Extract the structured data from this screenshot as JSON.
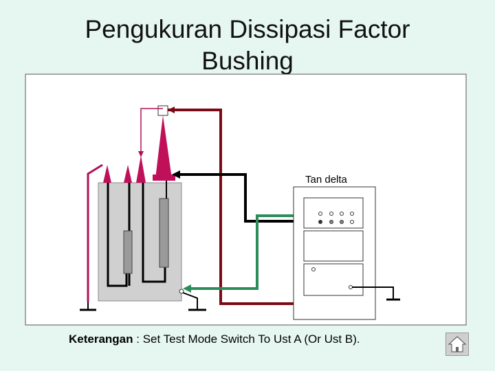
{
  "title": {
    "line1": "Pengukuran Dissipasi Factor",
    "line2": "Bushing"
  },
  "instrument": {
    "label": "Tan delta"
  },
  "caption": {
    "label": "Keterangan",
    "separator": " : ",
    "text": "Set Test Mode Switch To Ust A (Or Ust B)."
  },
  "colors": {
    "background": "#e6f7f1",
    "red_lead": "#7a0a14",
    "green_lead": "#2e8b5a",
    "black_lead": "#000000",
    "bushing": "#c0105a",
    "ground_lead": "#b0105a",
    "tank": "#d0d0d0",
    "winding": "#9a9a9a"
  },
  "icons": {
    "home": "home-icon"
  }
}
